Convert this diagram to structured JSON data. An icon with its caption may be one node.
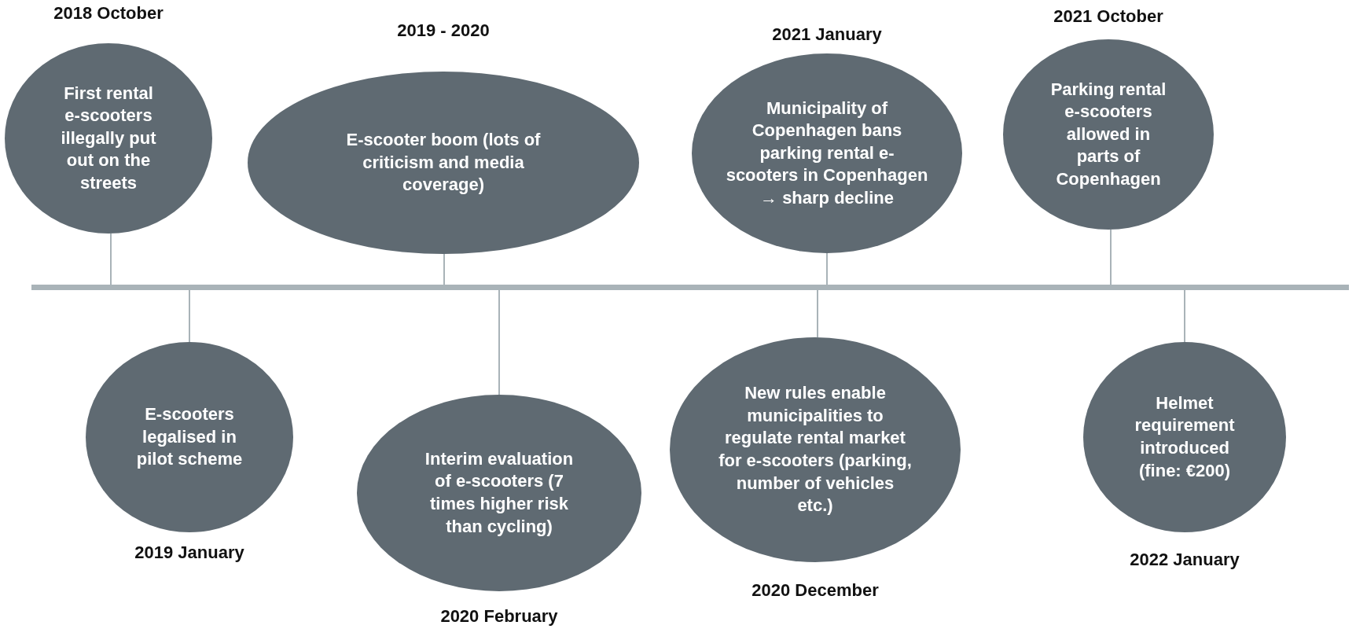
{
  "diagram": {
    "nodes": [
      {
        "text": [
          "First rental e-scooters illegally put out on the streets"
        ],
        "beside": [
          "2018 October"
        ]
      },
      {
        "text": [
          "E-scooter boom (lots of criticism and media coverage)"
        ],
        "beside": [
          "2019 - 2020"
        ]
      },
      {
        "text": [
          "Municipality of Copenhagen bans parking rental e-scooters in Copenhagen → sharp decline"
        ],
        "beside": [
          "2021 January"
        ]
      },
      {
        "text": [
          "Parking rental e-scooters allowed in parts of Copenhagen"
        ],
        "beside": [
          "2021 October"
        ]
      },
      {
        "text": [
          "E-scooters legalised in pilot scheme"
        ],
        "beside": [
          "2019 January"
        ]
      },
      {
        "text": [
          "Interim evaluation of e-scooters (7 times higher risk than cycling)"
        ],
        "beside": [
          "2020 February"
        ]
      },
      {
        "text": [
          "New rules enable municipalities to regulate rental market for e-scooters (parking, number of vehicles etc.)"
        ],
        "beside": [
          "2020 December"
        ]
      },
      {
        "text": [
          "Helmet requirement introduced (fine: €200)"
        ],
        "beside": [
          "2022 January"
        ]
      },
      {
        "text": [],
        "shape": "bar"
      }
    ],
    "edges": [
      {
        "from": 0,
        "to": 8,
        "arrow": "none"
      },
      {
        "from": 1,
        "to": 8,
        "arrow": "none"
      },
      {
        "from": 2,
        "to": 8,
        "arrow": "none"
      },
      {
        "from": 3,
        "to": 8,
        "arrow": "none"
      },
      {
        "from": 4,
        "to": 8,
        "arrow": "none"
      },
      {
        "from": 5,
        "to": 8,
        "arrow": "none"
      },
      {
        "from": 6,
        "to": 8,
        "arrow": "none"
      },
      {
        "from": 7,
        "to": 8,
        "arrow": "none"
      }
    ]
  }
}
